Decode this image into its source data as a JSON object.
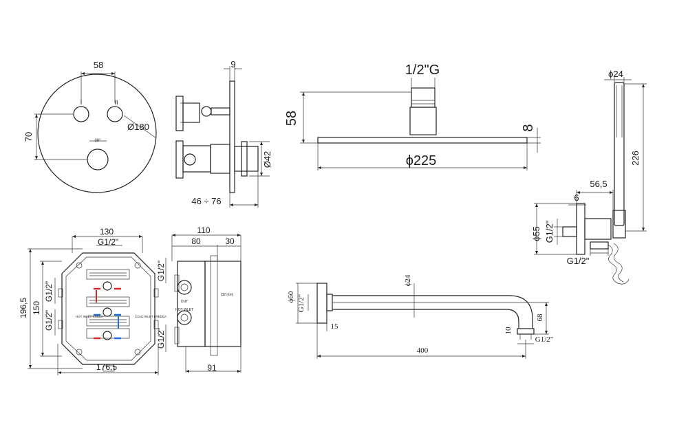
{
  "plate": {
    "d58": "58",
    "d70": "70",
    "d180": "Ø180",
    "mark_i": "I",
    "mark_ii": "II",
    "deg": "30°"
  },
  "valve": {
    "d9": "9",
    "d42": "Ø42",
    "d46_76": "46 ÷ 76"
  },
  "shower_head": {
    "thread": "1/2\"G",
    "d58": "58",
    "d8": "8",
    "d225": "ϕ225"
  },
  "hand_shower": {
    "d24": "ϕ24",
    "d226": "226",
    "d56_5": "56,5",
    "d6": "6",
    "d55": "ϕ55",
    "g12a": "G1/2\"",
    "g12b": "G1/2\""
  },
  "box_front": {
    "d130": "130",
    "g12": "G1/2\"",
    "d150": "150",
    "d196_5": "196,5",
    "d176_5": "176,5",
    "g_r1": "G1/2\"",
    "g_r2": "G1/2\"",
    "g_l1": "G1/2\"",
    "g_l2": "G1/2\"",
    "hot": "HOT INLET CALDA",
    "cold": "COLD INLET FREDDA"
  },
  "box_side": {
    "d110": "110",
    "d80": "80",
    "d30": "30",
    "d91": "91",
    "out": "OUT",
    "hot_inlet": "HOT INLET",
    "note": "(32 mm)"
  },
  "arm": {
    "d24": "ϕ24",
    "d60": "ϕ60",
    "g12_left": "G1/2\"",
    "d15": "15",
    "d400": "400",
    "d10": "10",
    "d68": "68",
    "g12_right": "G1/2\""
  }
}
